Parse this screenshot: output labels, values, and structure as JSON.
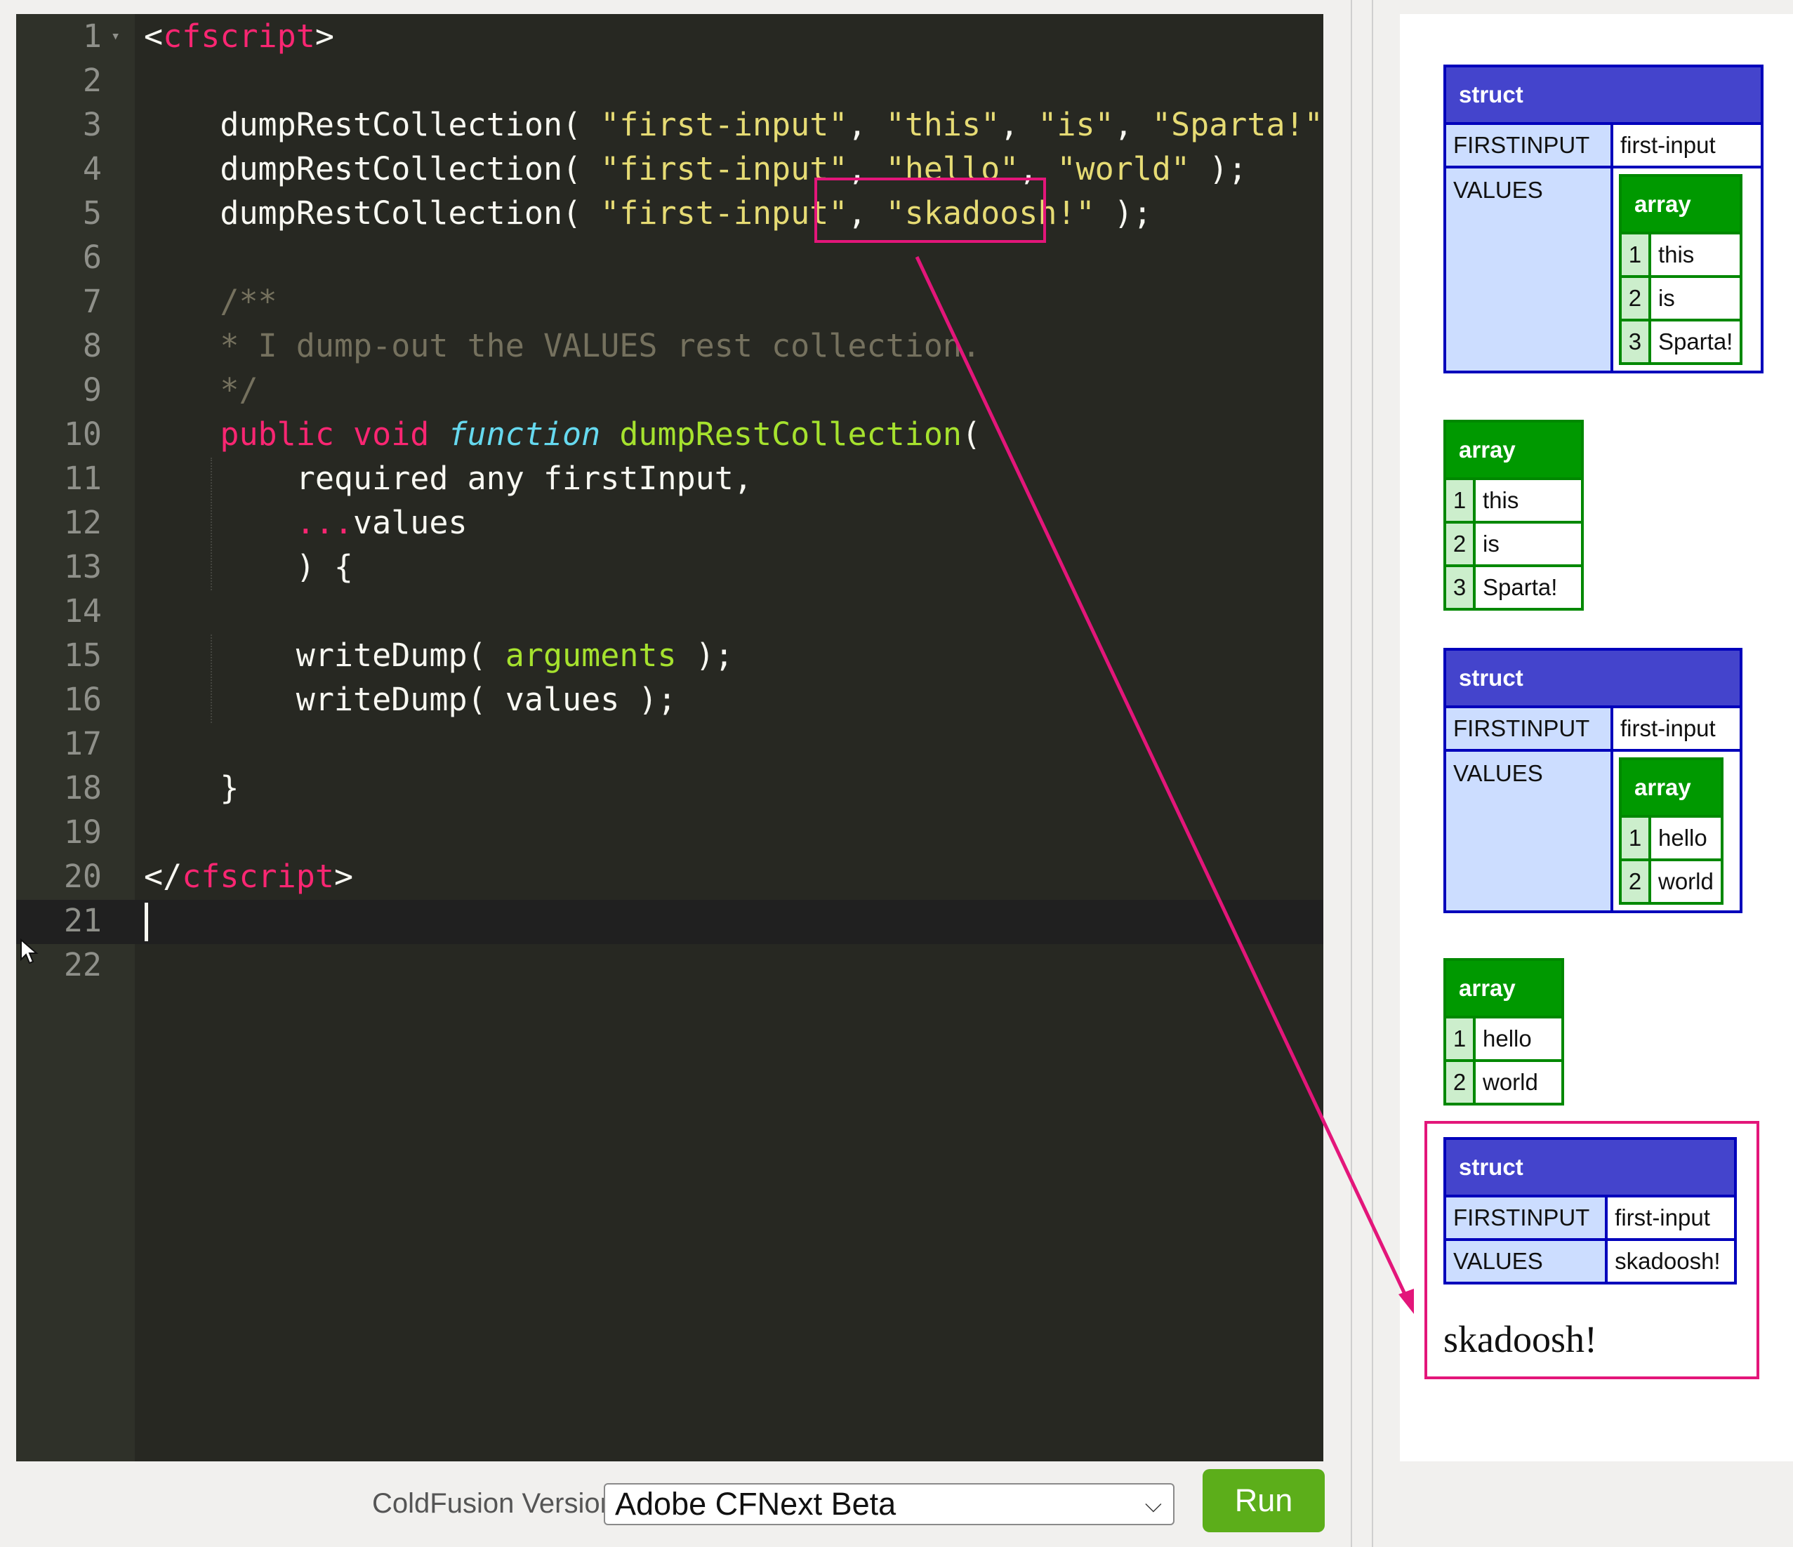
{
  "editor": {
    "lines": [
      {
        "n": "1",
        "fold": true,
        "tokens": [
          {
            "t": "<"
          },
          {
            "t": "cfscript",
            "c": "tag"
          },
          {
            "t": ">"
          }
        ]
      },
      {
        "n": "2",
        "tokens": []
      },
      {
        "n": "3",
        "tokens": [
          {
            "t": "    dumpRestCollection( "
          },
          {
            "t": "\"first-input\"",
            "c": "str"
          },
          {
            "t": ", "
          },
          {
            "t": "\"this\"",
            "c": "str"
          },
          {
            "t": ", "
          },
          {
            "t": "\"is\"",
            "c": "str"
          },
          {
            "t": ", "
          },
          {
            "t": "\"Sparta!\"",
            "c": "str"
          },
          {
            "t": " );"
          }
        ]
      },
      {
        "n": "4",
        "tokens": [
          {
            "t": "    dumpRestCollection( "
          },
          {
            "t": "\"first-input\"",
            "c": "str"
          },
          {
            "t": ", "
          },
          {
            "t": "\"hello\"",
            "c": "str"
          },
          {
            "t": ", "
          },
          {
            "t": "\"world\"",
            "c": "str"
          },
          {
            "t": " );"
          }
        ]
      },
      {
        "n": "5",
        "tokens": [
          {
            "t": "    dumpRestCollection( "
          },
          {
            "t": "\"first-input\"",
            "c": "str"
          },
          {
            "t": ", "
          },
          {
            "t": "\"skadoosh!\"",
            "c": "str"
          },
          {
            "t": " );"
          }
        ]
      },
      {
        "n": "6",
        "tokens": []
      },
      {
        "n": "7",
        "tokens": [
          {
            "t": "    /**",
            "c": "com"
          }
        ]
      },
      {
        "n": "8",
        "tokens": [
          {
            "t": "    * I dump-out the VALUES rest collection.",
            "c": "com"
          }
        ]
      },
      {
        "n": "9",
        "tokens": [
          {
            "t": "    */",
            "c": "com"
          }
        ]
      },
      {
        "n": "10",
        "tokens": [
          {
            "t": "    "
          },
          {
            "t": "public",
            "c": "kw"
          },
          {
            "t": " "
          },
          {
            "t": "void",
            "c": "kw"
          },
          {
            "t": " "
          },
          {
            "t": "function",
            "c": "st"
          },
          {
            "t": " "
          },
          {
            "t": "dumpRestCollection",
            "c": "fn"
          },
          {
            "t": "("
          }
        ]
      },
      {
        "n": "11",
        "tokens": [
          {
            "t": "        required any firstInput,"
          }
        ]
      },
      {
        "n": "12",
        "tokens": [
          {
            "t": "        "
          },
          {
            "t": "...",
            "c": "kw"
          },
          {
            "t": "values"
          }
        ]
      },
      {
        "n": "13",
        "tokens": [
          {
            "t": "        ) {"
          }
        ]
      },
      {
        "n": "14",
        "tokens": []
      },
      {
        "n": "15",
        "tokens": [
          {
            "t": "        writeDump( "
          },
          {
            "t": "arguments",
            "c": "var"
          },
          {
            "t": " );"
          }
        ]
      },
      {
        "n": "16",
        "tokens": [
          {
            "t": "        writeDump( values );"
          }
        ]
      },
      {
        "n": "17",
        "tokens": []
      },
      {
        "n": "18",
        "tokens": [
          {
            "t": "    }"
          }
        ]
      },
      {
        "n": "19",
        "tokens": []
      },
      {
        "n": "20",
        "tokens": [
          {
            "t": "</"
          },
          {
            "t": "cfscript",
            "c": "tag"
          },
          {
            "t": ">"
          }
        ]
      },
      {
        "n": "21",
        "tokens": []
      },
      {
        "n": "22",
        "tokens": []
      }
    ]
  },
  "toolbar": {
    "version_label": "ColdFusion Version",
    "version_value": "Adobe CFNext Beta",
    "run_label": "Run"
  },
  "output": {
    "struct_label": "struct",
    "array_label": "array",
    "key_firstinput": "FIRSTINPUT",
    "key_values": "VALUES",
    "firstinput_value": "first-input",
    "dump1_items": [
      "this",
      "is",
      "Sparta!"
    ],
    "dump2_items": [
      "this",
      "is",
      "Sparta!"
    ],
    "dump3_items": [
      "hello",
      "world"
    ],
    "dump4_items": [
      "hello",
      "world"
    ],
    "dump5_values": "skadoosh!",
    "plain_text": "skadoosh!"
  },
  "colors": {
    "annotation": "#e3167a",
    "struct_border": "#0000bb",
    "array_border": "#008800",
    "run_button": "#5cae1a"
  }
}
